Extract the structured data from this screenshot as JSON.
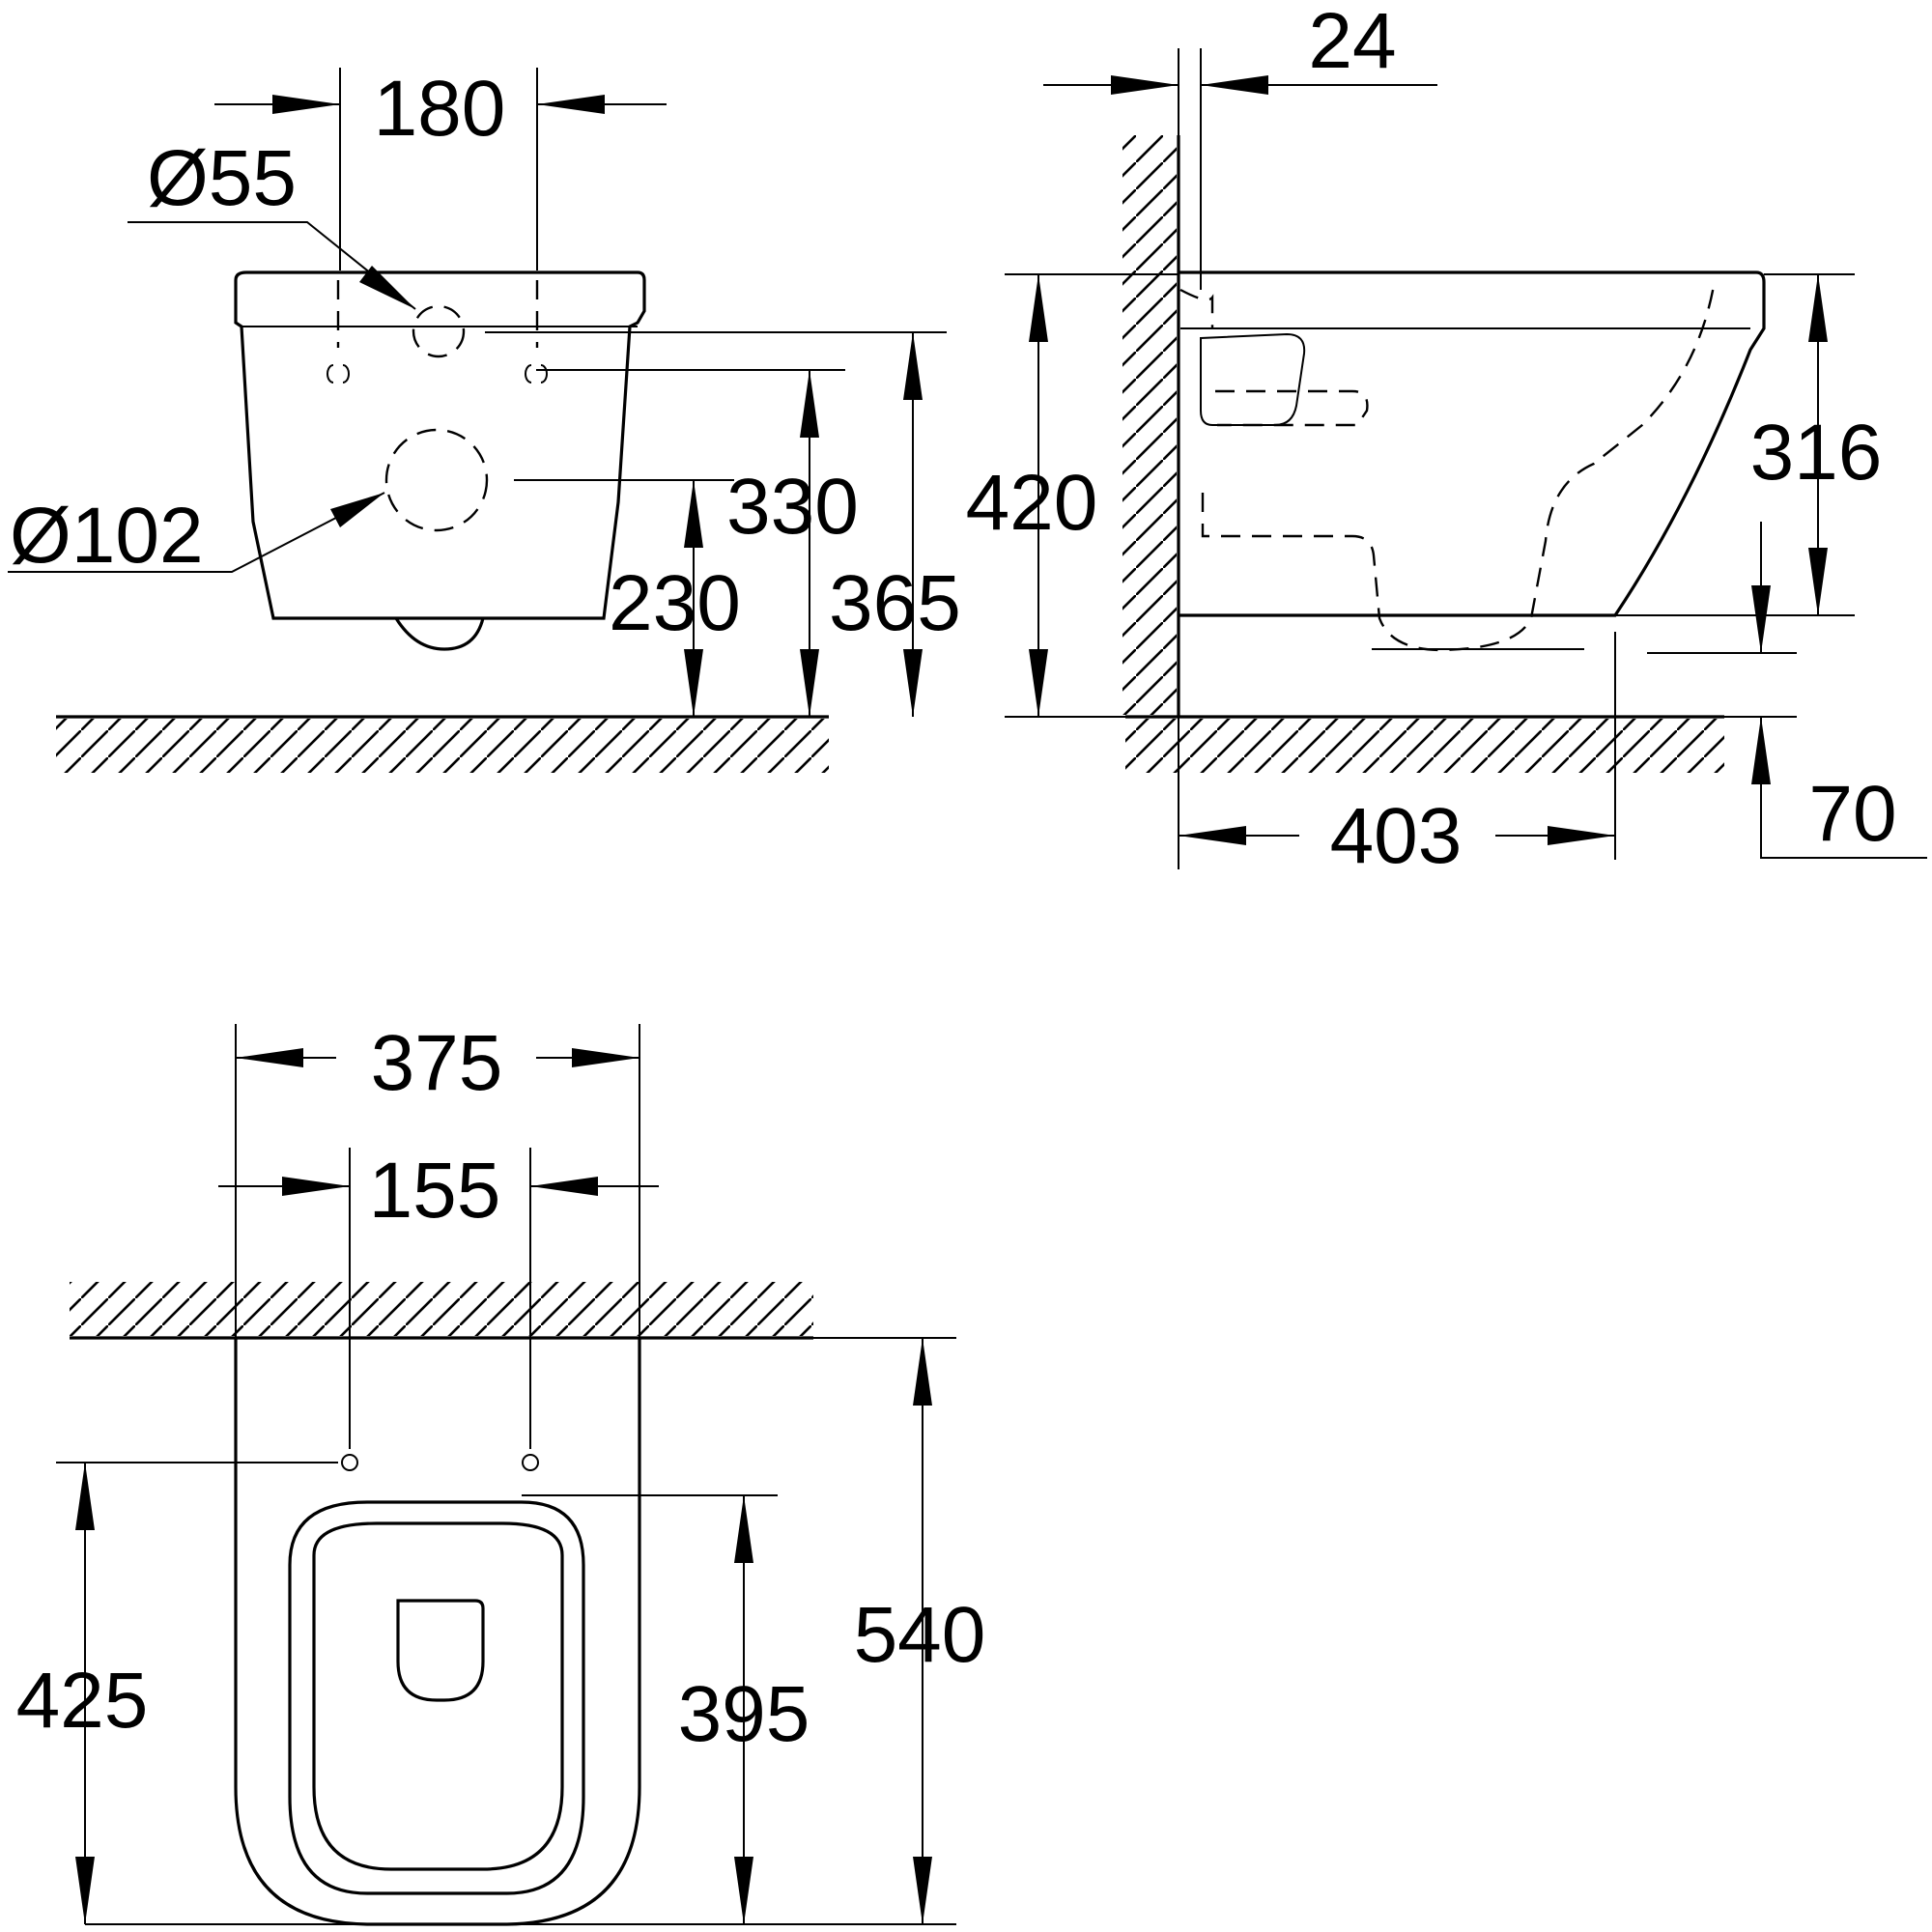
{
  "front_view": {
    "dim_hole_spacing_top": "180",
    "dim_inlet_diameter": "Ø55",
    "dim_outlet_diameter": "Ø102",
    "dim_fixing_height": "330",
    "dim_outlet_height": "230",
    "dim_top_height": "365"
  },
  "side_view": {
    "dim_wall_offset": "24",
    "dim_total_height": "420",
    "dim_bowl_height": "316",
    "dim_projection": "403",
    "dim_underside_clearance": "70"
  },
  "top_view": {
    "dim_total_width": "375",
    "dim_hole_spacing": "155",
    "dim_total_length": "540",
    "dim_hole_to_front": "425",
    "dim_seat_length": "395"
  }
}
